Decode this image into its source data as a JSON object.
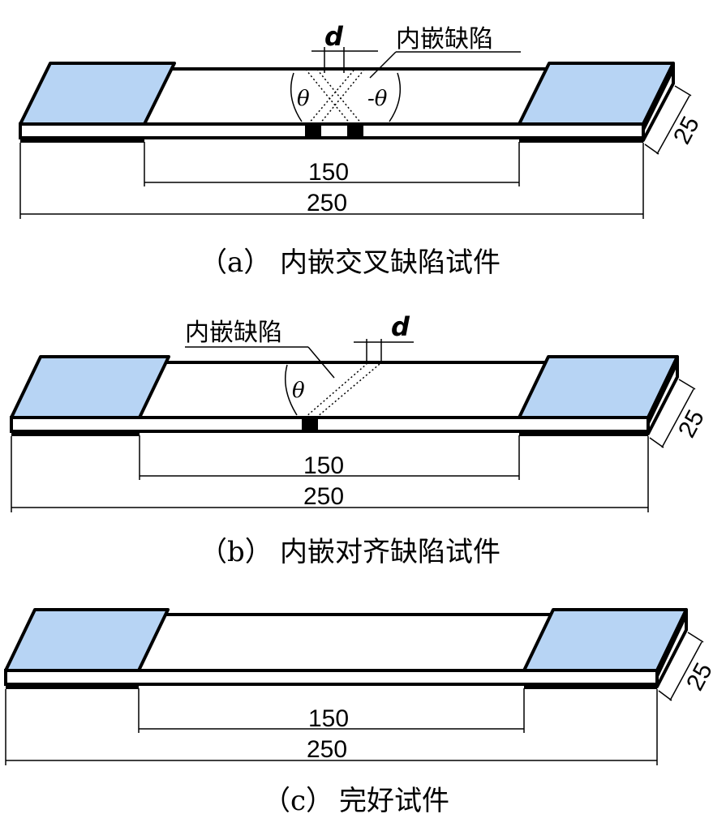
{
  "panel_a": {
    "d_label": "d",
    "defect_label": "内嵌缺陷",
    "theta": "θ",
    "neg_theta": "-θ",
    "width": "25",
    "gauge": "150",
    "total": "250",
    "caption_tag": "（a）",
    "caption_text": "内嵌交叉缺陷试件"
  },
  "panel_b": {
    "d_label": "d",
    "defect_label": "内嵌缺陷",
    "theta": "θ",
    "width": "25",
    "gauge": "150",
    "total": "250",
    "caption_tag": "（b）",
    "caption_text": "内嵌对齐缺陷试件"
  },
  "panel_c": {
    "width": "25",
    "gauge": "150",
    "total": "250",
    "caption_tag": "（c）",
    "caption_text": "完好试件"
  }
}
